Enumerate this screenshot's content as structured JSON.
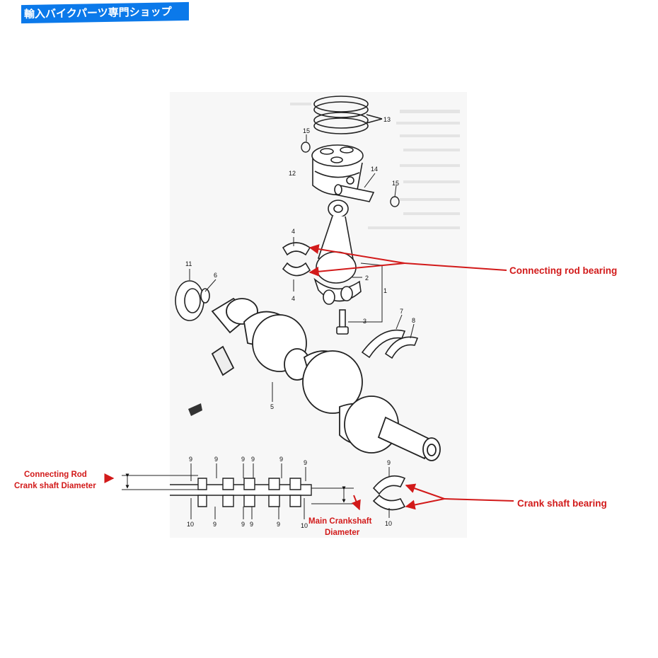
{
  "banner": {
    "text": "輸入バイクパーツ専門ショップ",
    "color": "#0b79ea"
  },
  "accent_color": "#d21a1a",
  "callouts": {
    "conn_rod_bearing": "Connecting rod bearing",
    "crank_bearing": "Crank shaft bearing",
    "conn_rod_diameter_1": "Connecting Rod",
    "conn_rod_diameter_2": "Crank shaft Diameter",
    "main_diameter_1": "Main Crankshaft",
    "main_diameter_2": "Diameter"
  },
  "parts": {
    "p1": "1",
    "p2": "2",
    "p3": "3",
    "p4a": "4",
    "p4b": "4",
    "p5": "5",
    "p6": "6",
    "p7": "7",
    "p8": "8",
    "p9a": "9",
    "p10a": "10",
    "p11": "11",
    "p12": "12",
    "p13": "13",
    "p14": "14",
    "p15a": "15",
    "p15b": "15",
    "p9_1": "9",
    "p9_2": "9",
    "p9_3": "9",
    "p9_4": "9",
    "p9_5": "9",
    "p9_6": "9",
    "p10_1": "10",
    "p9_7": "9",
    "p9_8": "9",
    "p9_9": "9",
    "p9_10": "9",
    "p10_2": "10"
  }
}
